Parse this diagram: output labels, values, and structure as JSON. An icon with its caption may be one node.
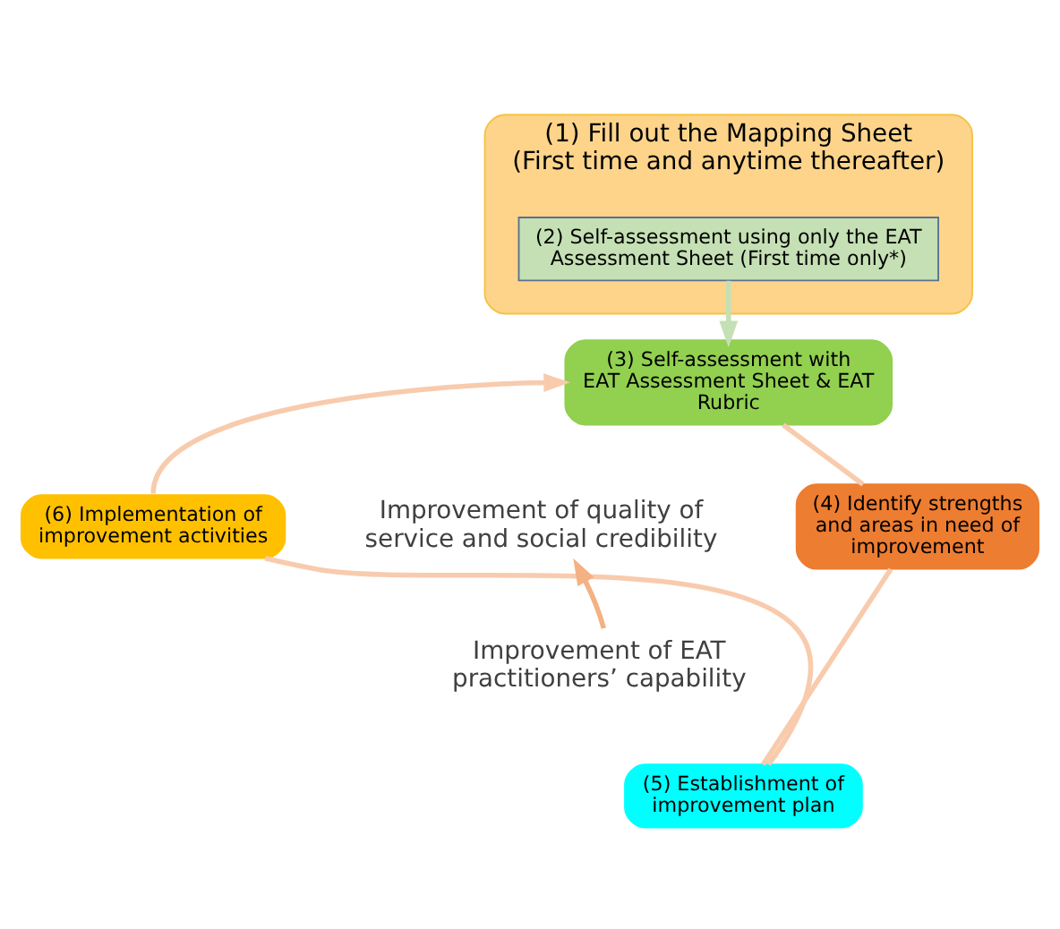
{
  "diagram": {
    "nodes": [
      {
        "text": [
          "(1) Fill out the Mapping Sheet",
          "(First time and anytime thereafter)"
        ]
      },
      {
        "text": [
          "(2) Self-assessment using only the EAT Assessment Sheet (First time only*)"
        ],
        "in": 0
      },
      {
        "text": [
          "(3) Self-assessment with EAT Assessment Sheet & EAT Rubric"
        ]
      },
      {
        "text": [
          "(4) Identify strengths and areas in need of improvement"
        ]
      },
      {
        "text": [
          "(5) Establishment of improvement plan"
        ]
      },
      {
        "text": [
          "(6) Implementation of improvement activities"
        ]
      },
      {
        "text": [
          "Improvement of EAT practitioners’ capability"
        ]
      },
      {
        "text": [
          "Improvement of quality of service and social credibility"
        ]
      }
    ],
    "edges": [
      {
        "from": 1,
        "to": 2,
        "arrow": "to",
        "color": "#c5e0b4"
      },
      {
        "from": 2,
        "to": 3,
        "arrow": "none"
      },
      {
        "from": 3,
        "to": 4,
        "arrow": "none"
      },
      {
        "from": 4,
        "to": 5,
        "arrow": "none"
      },
      {
        "from": 5,
        "to": 2,
        "arrow": "to"
      },
      {
        "from": 6,
        "to": 7,
        "arrow": "to",
        "color": "#f4b183"
      }
    ]
  }
}
